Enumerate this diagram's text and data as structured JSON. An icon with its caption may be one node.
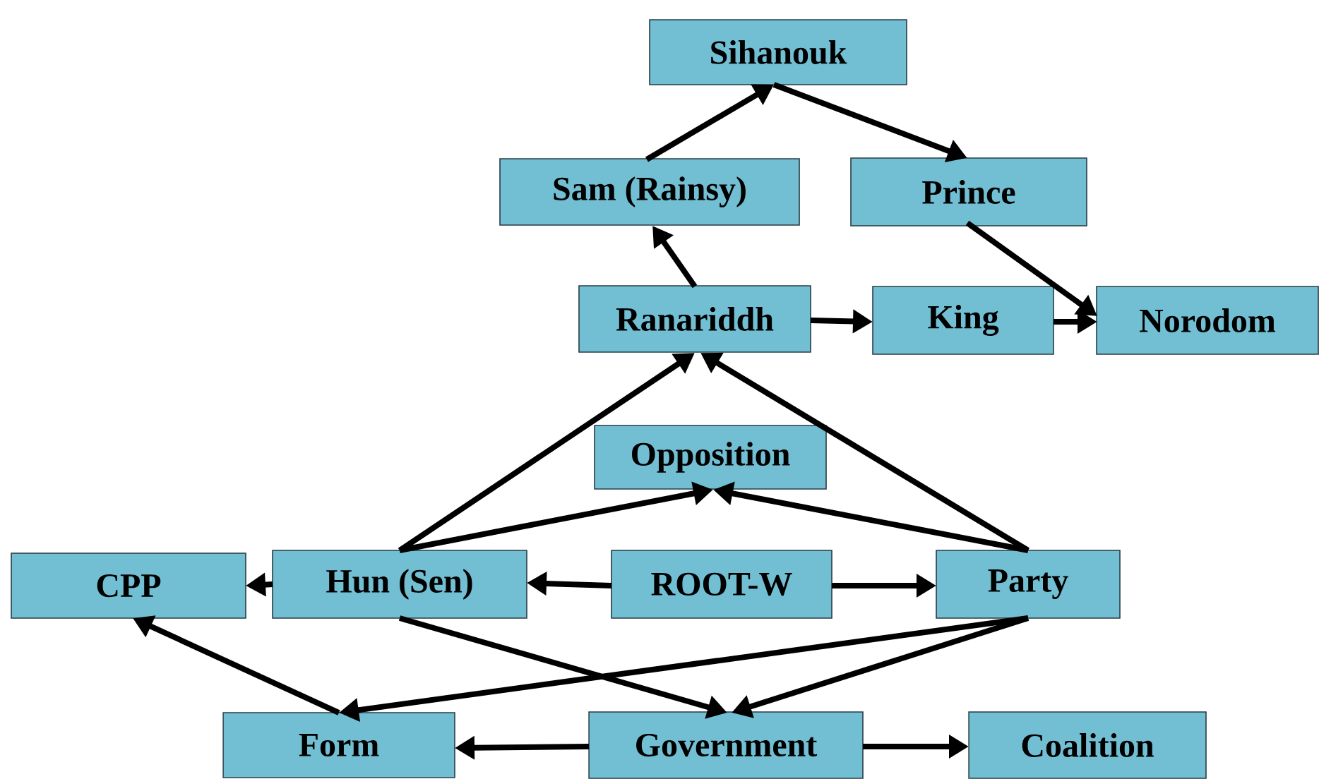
{
  "diagram": {
    "nodes": [
      {
        "text": [
          "Sihanouk"
        ]
      },
      {
        "text": [
          "Sam (Rainsy)"
        ]
      },
      {
        "text": [
          "Prince"
        ]
      },
      {
        "text": [
          "Ranariddh"
        ]
      },
      {
        "text": [
          "King"
        ]
      },
      {
        "text": [
          "Norodom"
        ]
      },
      {
        "text": [
          "Opposition"
        ]
      },
      {
        "text": [
          "CPP"
        ]
      },
      {
        "text": [
          "Hun (Sen)"
        ]
      },
      {
        "text": [
          "ROOT-W"
        ]
      },
      {
        "text": [
          "Party"
        ]
      },
      {
        "text": [
          "Form"
        ]
      },
      {
        "text": [
          "Government"
        ]
      },
      {
        "text": [
          "Coalition"
        ]
      }
    ],
    "edges": [
      {
        "from": 1,
        "to": 0,
        "arrow": "to"
      },
      {
        "from": 0,
        "to": 2,
        "arrow": "to"
      },
      {
        "from": 2,
        "to": 5,
        "arrow": "to"
      },
      {
        "from": 3,
        "to": 1,
        "arrow": "to"
      },
      {
        "from": 3,
        "to": 4,
        "arrow": "to"
      },
      {
        "from": 4,
        "to": 5,
        "arrow": "to"
      },
      {
        "from": 8,
        "to": 3,
        "arrow": "to"
      },
      {
        "from": 10,
        "to": 3,
        "arrow": "to"
      },
      {
        "from": 8,
        "to": 6,
        "arrow": "to"
      },
      {
        "from": 10,
        "to": 6,
        "arrow": "to"
      },
      {
        "from": 9,
        "to": 8,
        "arrow": "to"
      },
      {
        "from": 9,
        "to": 10,
        "arrow": "to"
      },
      {
        "from": 8,
        "to": 7,
        "arrow": "to"
      },
      {
        "from": 11,
        "to": 7,
        "arrow": "to"
      },
      {
        "from": 8,
        "to": 12,
        "arrow": "to"
      },
      {
        "from": 10,
        "to": 12,
        "arrow": "to"
      },
      {
        "from": 10,
        "to": 11,
        "arrow": "to"
      },
      {
        "from": 12,
        "to": 11,
        "arrow": "to"
      },
      {
        "from": 12,
        "to": 13,
        "arrow": "to"
      }
    ]
  }
}
